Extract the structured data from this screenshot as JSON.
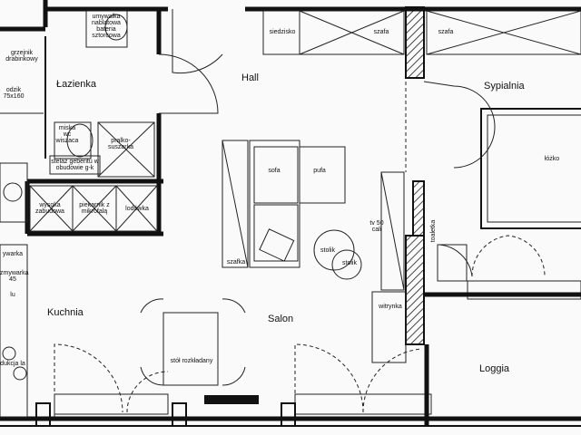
{
  "rooms": {
    "lazienka": "Łazienka",
    "hall": "Hall",
    "sypialnia": "Sypialnia",
    "kuchnia": "Kuchnia",
    "salon": "Salon",
    "loggia": "Loggia"
  },
  "fixtures": {
    "umywalka": "umywalka nablatowa bateria sztorcowa",
    "grzejnik": "grzejnik drabinkowy",
    "brodzik": "odzik 75x160",
    "miska": "miska wc wiszaca",
    "pralko": "pralko- suszarka",
    "stelaz": "stelaż geberitu w obudowie g-k",
    "siedzisko": "siedzisko",
    "szafa1": "szafa",
    "szafa2": "szafa",
    "lozko": "łóżko",
    "wysoka": "wysoka zabudowa",
    "piekarnik": "piekarnik z mikrofalą",
    "lodowka": "lodówka",
    "sofa": "sofa",
    "pufa": "pufa",
    "szafka": "szafka",
    "stolik1": "stolik",
    "stolik2": "stolik",
    "tv": "tv 50 cali",
    "toaletka": "toaletka",
    "witrynka": "witrynka",
    "stol": "stół rozkładany",
    "zmywarka": "ywarka",
    "zmywarka2": "zmywarka 45",
    "zmywarka3": "lu",
    "plyta": "dukcja la"
  }
}
